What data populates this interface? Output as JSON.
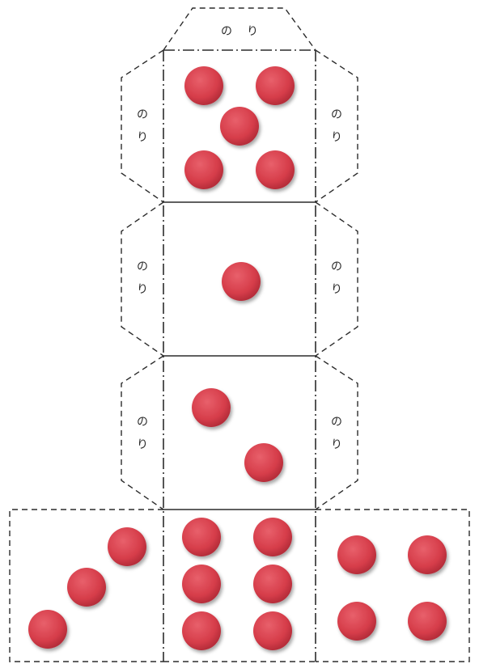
{
  "glue_label": "のり",
  "glue_chars": [
    "の",
    "り"
  ],
  "colors": {
    "pip": "#d9414d",
    "pip_shadow": "#a52431",
    "line": "#2b2b2b",
    "paper": "#ffffff"
  },
  "faces": [
    {
      "name": "face-five",
      "pips": 5
    },
    {
      "name": "face-one",
      "pips": 1
    },
    {
      "name": "face-two",
      "pips": 2
    },
    {
      "name": "face-three",
      "pips": 3
    },
    {
      "name": "face-six",
      "pips": 6
    },
    {
      "name": "face-four",
      "pips": 4
    }
  ]
}
